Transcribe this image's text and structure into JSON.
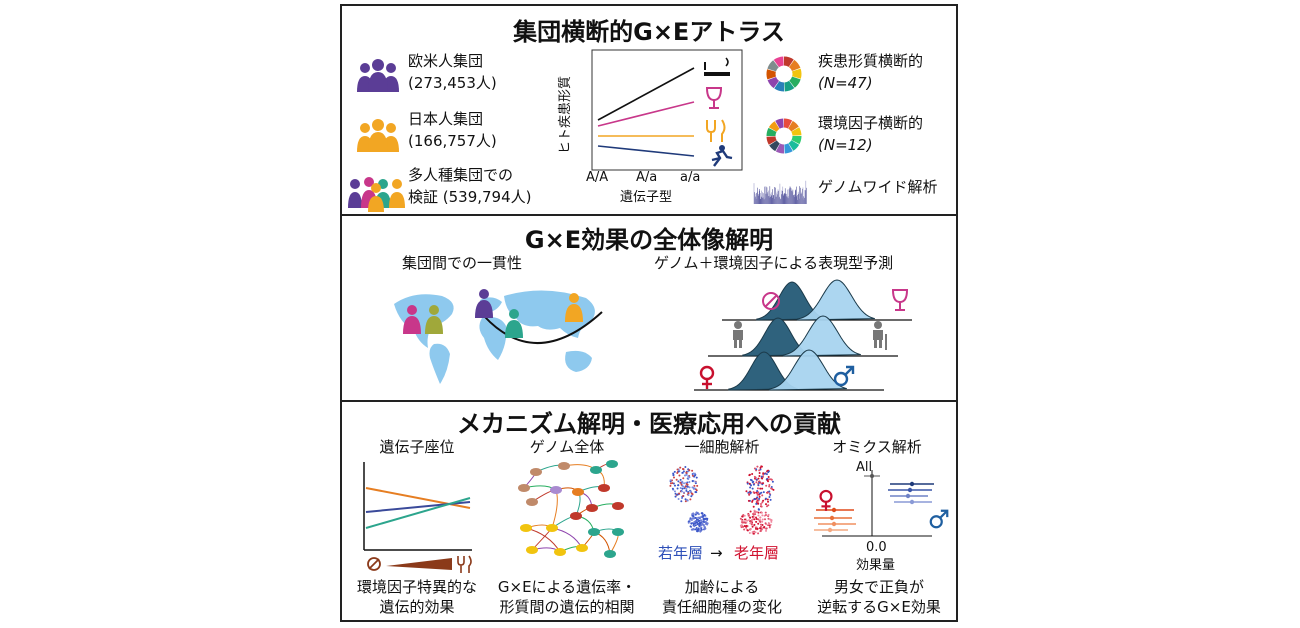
{
  "section1": {
    "title": "集団横断的G×Eアトラス",
    "pop1": {
      "name": "欧米人集団",
      "count": "(273,453人)"
    },
    "pop2": {
      "name": "日本人集団",
      "count": "(166,757人)"
    },
    "pop3": {
      "name": "多人種集団での",
      "count": "検証 (539,794人)"
    },
    "chart": {
      "ylabel": "ヒト疾患形質",
      "xlabel": "遺伝子型",
      "ticks": [
        "A/A",
        "A/a",
        "a/a"
      ]
    },
    "trait": {
      "name": "疾患形質横断的",
      "n": "(N=47)"
    },
    "env": {
      "name": "環境因子横断的",
      "n": "(N=12)"
    },
    "gwas": "ゲノムワイド解析",
    "colors": {
      "purple": "#5b3d96",
      "orange": "#f2a623",
      "magenta": "#c8378a",
      "navy": "#1f3a7a",
      "black": "#111111"
    }
  },
  "section2": {
    "title": "G×E効果の全体像解明",
    "left_label": "集団間での一貫性",
    "right_label": "ゲノム＋環境因子による表現型予測",
    "colors": {
      "map": "#8ec9ee",
      "dark": "#2f627d",
      "light": "#a8d4ef",
      "female": "#c8102e",
      "male": "#1f5fa0"
    }
  },
  "section3": {
    "title": "メカニズム解明・医療応用への貢献",
    "cols": [
      {
        "head": "遺伝子座位",
        "foot1": "環境因子特異的な",
        "foot2": "遺伝的効果"
      },
      {
        "head": "ゲノム全体",
        "foot1": "G×Eによる遺伝率・",
        "foot2": "形質間の遺伝的相関"
      },
      {
        "head": "一細胞解析",
        "foot1": "加齢による",
        "foot2": "責任細胞種の変化"
      },
      {
        "head": "オミクス解析",
        "foot1": "男女で正負が",
        "foot2": "逆転するG×E効果"
      }
    ],
    "young": "若年層",
    "arrow": "→",
    "old": "老年層",
    "forest_all": "All",
    "forest_zero": "0.0",
    "forest_xlabel": "効果量"
  }
}
